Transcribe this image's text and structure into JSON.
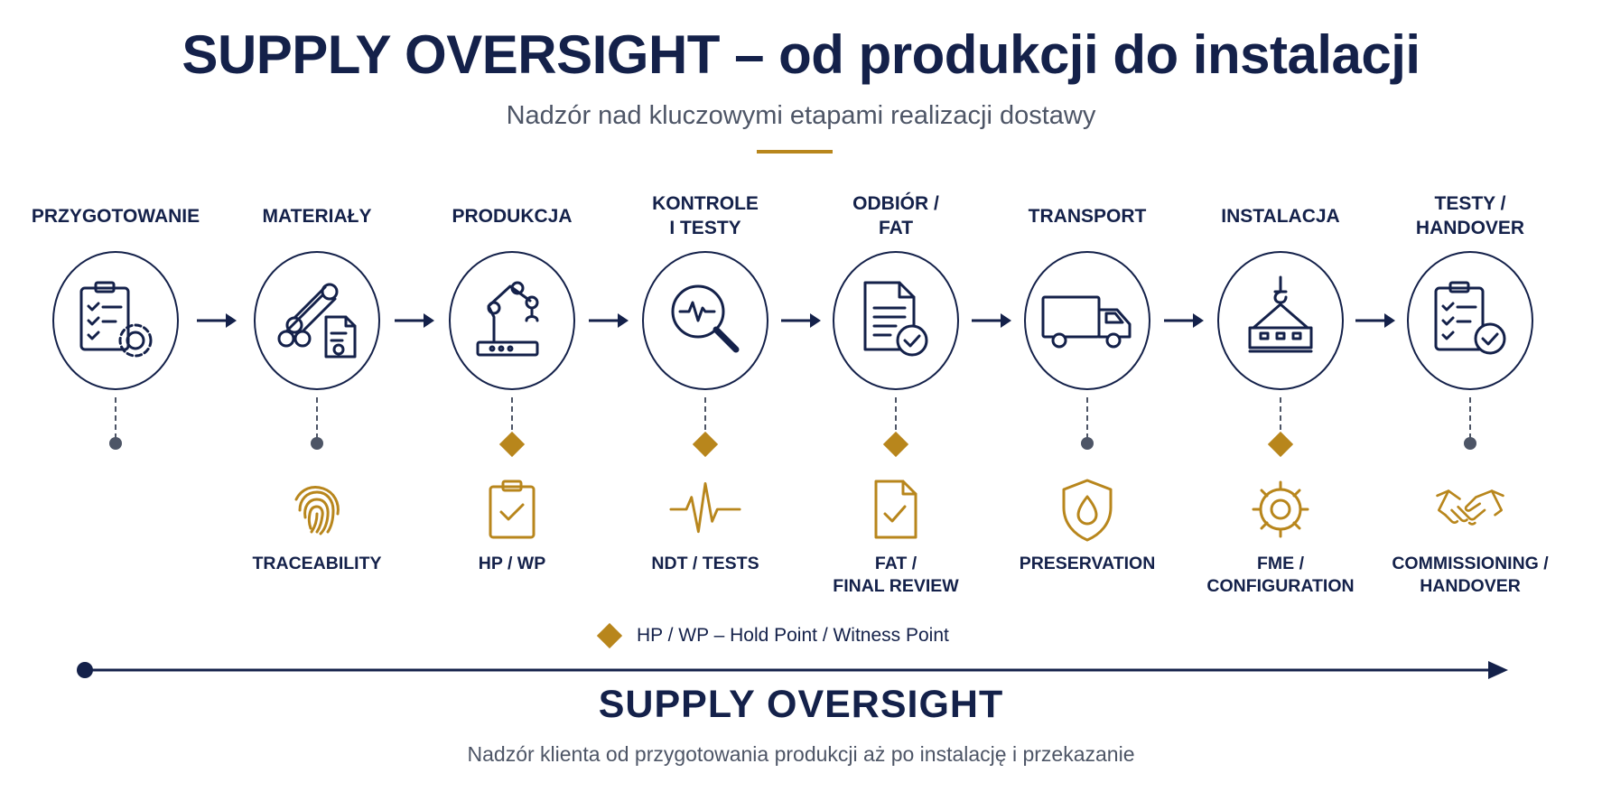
{
  "header": {
    "title": "SUPPLY OVERSIGHT – od produkcji do instalacji",
    "subtitle": "Nadzór nad kluczowymi etapami realizacji dostawy"
  },
  "stages": [
    {
      "label": "PRZYGOTOWANIE",
      "icon": "clipboard-gear-icon",
      "marker": "dot",
      "sub_icon": null,
      "sub_label": ""
    },
    {
      "label": "MATERIAŁY",
      "icon": "pipes-certificate-icon",
      "marker": "dot",
      "sub_icon": "fingerprint-icon",
      "sub_label": "TRACEABILITY"
    },
    {
      "label": "PRODUKCJA",
      "icon": "robot-arm-icon",
      "marker": "diamond",
      "sub_icon": "clipboard-check-icon",
      "sub_label": "HP / WP"
    },
    {
      "label": "KONTROLE\nI TESTY",
      "icon": "magnifier-pulse-icon",
      "marker": "diamond",
      "sub_icon": "pulse-icon",
      "sub_label": "NDT / TESTS"
    },
    {
      "label": "ODBIÓR /\nFAT",
      "icon": "document-check-icon",
      "marker": "diamond",
      "sub_icon": "document-check-small-icon",
      "sub_label": "FAT /\nFINAL REVIEW"
    },
    {
      "label": "TRANSPORT",
      "icon": "truck-icon",
      "marker": "dot",
      "sub_icon": "shield-drop-icon",
      "sub_label": "PRESERVATION"
    },
    {
      "label": "INSTALACJA",
      "icon": "crane-container-icon",
      "marker": "diamond",
      "sub_icon": "gear-icon",
      "sub_label": "FME /\nCONFIGURATION"
    },
    {
      "label": "TESTY /\nHANDOVER",
      "icon": "clipboard-check-badge-icon",
      "marker": "dot",
      "sub_icon": "handshake-icon",
      "sub_label": "COMMISSIONING /\nHANDOVER"
    }
  ],
  "legend": {
    "text": "HP / WP – Hold Point / Witness Point"
  },
  "footer": {
    "title": "SUPPLY OVERSIGHT",
    "subtitle": "Nadzór klienta od przygotowania produkcji aż po instalację i przekazanie"
  },
  "colors": {
    "navy": "#14214a",
    "gold": "#b8861c",
    "gray": "#4d5566"
  }
}
